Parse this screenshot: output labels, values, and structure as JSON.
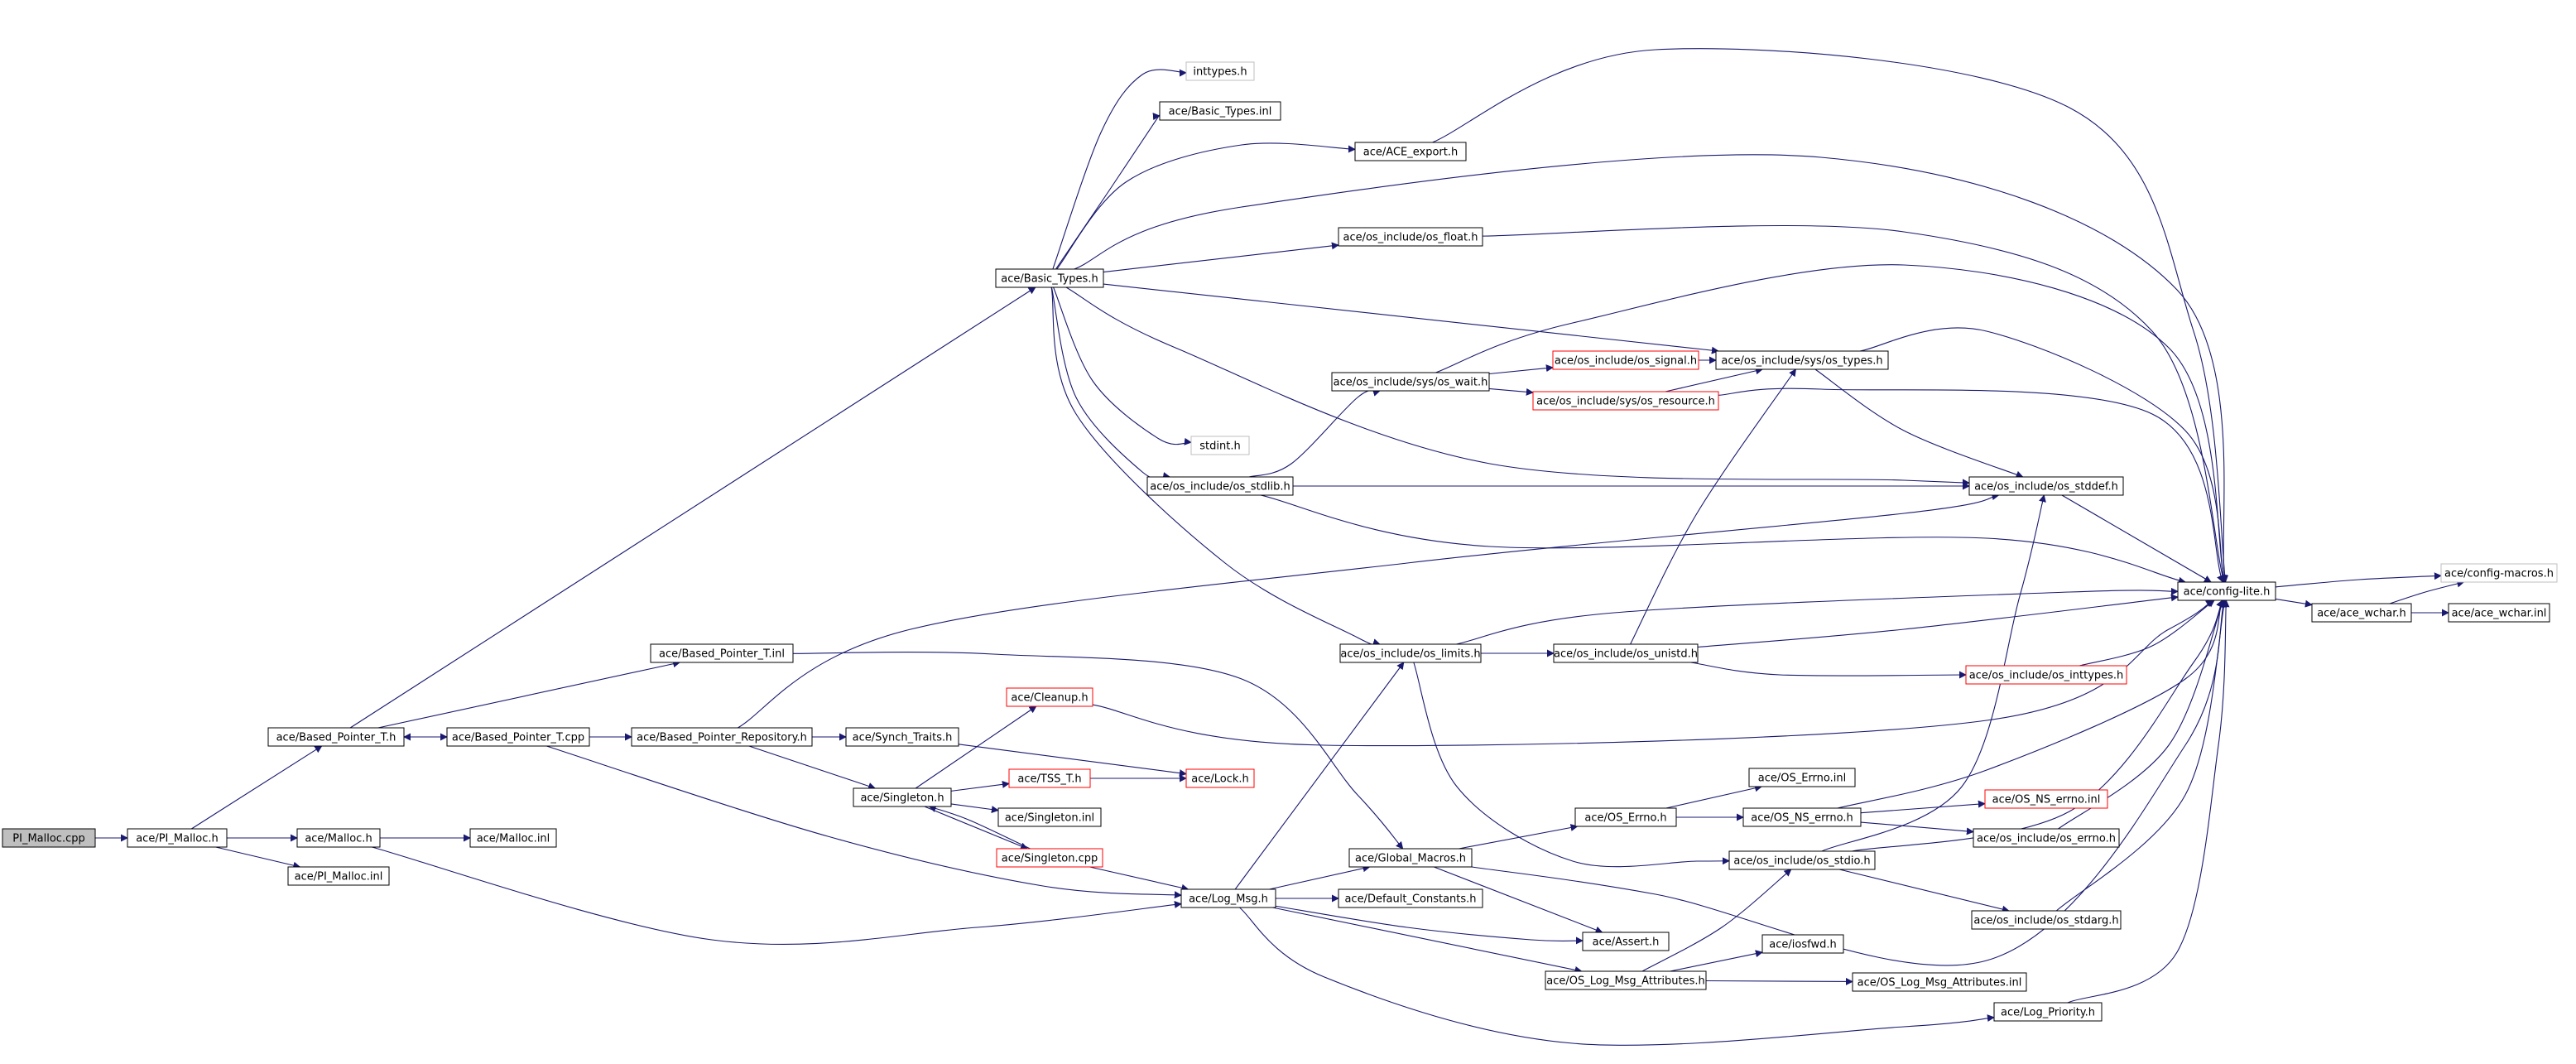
{
  "colors": {
    "edge": "#191970",
    "border_normal": "#000000",
    "border_truncated": "#ff0000",
    "border_external": "#bfbfbf",
    "fill_root": "#bfbfbf",
    "fill_normal": "#ffffff"
  },
  "nodes": [
    {
      "id": "pi_malloc_cpp",
      "label": "PI_Malloc.cpp",
      "kind": "root"
    },
    {
      "id": "pi_malloc_h",
      "label": "ace/PI_Malloc.h",
      "kind": "normal"
    },
    {
      "id": "based_pointer_t_h",
      "label": "ace/Based_Pointer_T.h",
      "kind": "normal"
    },
    {
      "id": "malloc_h",
      "label": "ace/Malloc.h",
      "kind": "normal"
    },
    {
      "id": "pi_malloc_inl",
      "label": "ace/PI_Malloc.inl",
      "kind": "normal"
    },
    {
      "id": "malloc_inl",
      "label": "ace/Malloc.inl",
      "kind": "normal"
    },
    {
      "id": "basic_types_h",
      "label": "ace/Basic_Types.h",
      "kind": "normal"
    },
    {
      "id": "based_pointer_t_inl",
      "label": "ace/Based_Pointer_T.inl",
      "kind": "normal"
    },
    {
      "id": "based_pointer_t_cpp",
      "label": "ace/Based_Pointer_T.cpp",
      "kind": "normal"
    },
    {
      "id": "based_pointer_repository_h",
      "label": "ace/Based_Pointer_Repository.h",
      "kind": "normal"
    },
    {
      "id": "synch_traits_h",
      "label": "ace/Synch_Traits.h",
      "kind": "normal"
    },
    {
      "id": "singleton_h",
      "label": "ace/Singleton.h",
      "kind": "normal"
    },
    {
      "id": "cleanup_h",
      "label": "ace/Cleanup.h",
      "kind": "truncated"
    },
    {
      "id": "tss_t_h",
      "label": "ace/TSS_T.h",
      "kind": "truncated"
    },
    {
      "id": "lock_h",
      "label": "ace/Lock.h",
      "kind": "truncated"
    },
    {
      "id": "singleton_inl",
      "label": "ace/Singleton.inl",
      "kind": "normal"
    },
    {
      "id": "singleton_cpp",
      "label": "ace/Singleton.cpp",
      "kind": "truncated"
    },
    {
      "id": "log_msg_h",
      "label": "ace/Log_Msg.h",
      "kind": "normal"
    },
    {
      "id": "global_macros_h",
      "label": "ace/Global_Macros.h",
      "kind": "normal"
    },
    {
      "id": "default_constants_h",
      "label": "ace/Default_Constants.h",
      "kind": "normal"
    },
    {
      "id": "assert_h",
      "label": "ace/Assert.h",
      "kind": "normal"
    },
    {
      "id": "os_log_msg_attributes_h",
      "label": "ace/OS_Log_Msg_Attributes.h",
      "kind": "normal"
    },
    {
      "id": "iosfwd_h",
      "label": "ace/iosfwd.h",
      "kind": "normal"
    },
    {
      "id": "os_log_msg_attributes_inl",
      "label": "ace/OS_Log_Msg_Attributes.inl",
      "kind": "normal"
    },
    {
      "id": "log_priority_h",
      "label": "ace/Log_Priority.h",
      "kind": "normal"
    },
    {
      "id": "os_errno_h",
      "label": "ace/OS_Errno.h",
      "kind": "normal"
    },
    {
      "id": "os_errno_inl",
      "label": "ace/OS_Errno.inl",
      "kind": "normal"
    },
    {
      "id": "os_ns_errno_h",
      "label": "ace/OS_NS_errno.h",
      "kind": "normal"
    },
    {
      "id": "os_ns_errno_inl",
      "label": "ace/OS_NS_errno.inl",
      "kind": "truncated"
    },
    {
      "id": "os_include_os_errno_h",
      "label": "ace/os_include/os_errno.h",
      "kind": "normal"
    },
    {
      "id": "os_include_os_stdio_h",
      "label": "ace/os_include/os_stdio.h",
      "kind": "normal"
    },
    {
      "id": "os_include_os_stdarg_h",
      "label": "ace/os_include/os_stdarg.h",
      "kind": "normal"
    },
    {
      "id": "os_include_os_limits_h",
      "label": "ace/os_include/os_limits.h",
      "kind": "normal"
    },
    {
      "id": "os_include_os_unistd_h",
      "label": "ace/os_include/os_unistd.h",
      "kind": "normal"
    },
    {
      "id": "os_include_os_inttypes_h",
      "label": "ace/os_include/os_inttypes.h",
      "kind": "truncated"
    },
    {
      "id": "config_lite_h",
      "label": "ace/config-lite.h",
      "kind": "normal"
    },
    {
      "id": "config_macros_h",
      "label": "ace/config-macros.h",
      "kind": "external"
    },
    {
      "id": "ace_wchar_h",
      "label": "ace/ace_wchar.h",
      "kind": "normal"
    },
    {
      "id": "ace_wchar_inl",
      "label": "ace/ace_wchar.inl",
      "kind": "normal"
    },
    {
      "id": "inttypes_h",
      "label": "inttypes.h",
      "kind": "external"
    },
    {
      "id": "basic_types_inl",
      "label": "ace/Basic_Types.inl",
      "kind": "normal"
    },
    {
      "id": "ace_export_h",
      "label": "ace/ACE_export.h",
      "kind": "normal"
    },
    {
      "id": "os_include_os_float_h",
      "label": "ace/os_include/os_float.h",
      "kind": "normal"
    },
    {
      "id": "stdint_h",
      "label": "stdint.h",
      "kind": "external"
    },
    {
      "id": "os_include_os_stdlib_h",
      "label": "ace/os_include/os_stdlib.h",
      "kind": "normal"
    },
    {
      "id": "os_include_sys_os_wait_h",
      "label": "ace/os_include/sys/os_wait.h",
      "kind": "normal"
    },
    {
      "id": "os_include_os_signal_h",
      "label": "ace/os_include/os_signal.h",
      "kind": "truncated"
    },
    {
      "id": "os_include_sys_os_resource_h",
      "label": "ace/os_include/sys/os_resource.h",
      "kind": "truncated"
    },
    {
      "id": "os_include_sys_os_types_h",
      "label": "ace/os_include/sys/os_types.h",
      "kind": "normal"
    },
    {
      "id": "os_include_os_stddef_h",
      "label": "ace/os_include/os_stddef.h",
      "kind": "normal"
    }
  ],
  "edges": [
    [
      "pi_malloc_cpp",
      "pi_malloc_h"
    ],
    [
      "pi_malloc_h",
      "based_pointer_t_h"
    ],
    [
      "pi_malloc_h",
      "malloc_h"
    ],
    [
      "pi_malloc_h",
      "pi_malloc_inl"
    ],
    [
      "malloc_h",
      "malloc_inl"
    ],
    [
      "malloc_h",
      "log_msg_h"
    ],
    [
      "based_pointer_t_h",
      "basic_types_h"
    ],
    [
      "based_pointer_t_h",
      "based_pointer_t_inl"
    ],
    [
      "based_pointer_t_h",
      "based_pointer_t_cpp"
    ],
    [
      "based_pointer_t_cpp",
      "based_pointer_t_h"
    ],
    [
      "based_pointer_t_cpp",
      "based_pointer_repository_h"
    ],
    [
      "based_pointer_t_cpp",
      "log_msg_h"
    ],
    [
      "based_pointer_t_inl",
      "global_macros_h"
    ],
    [
      "based_pointer_repository_h",
      "os_include_os_stddef_h"
    ],
    [
      "based_pointer_repository_h",
      "synch_traits_h"
    ],
    [
      "based_pointer_repository_h",
      "singleton_h"
    ],
    [
      "synch_traits_h",
      "lock_h"
    ],
    [
      "singleton_h",
      "cleanup_h"
    ],
    [
      "singleton_h",
      "tss_t_h"
    ],
    [
      "singleton_h",
      "singleton_inl"
    ],
    [
      "singleton_h",
      "singleton_cpp"
    ],
    [
      "singleton_cpp",
      "singleton_h"
    ],
    [
      "singleton_cpp",
      "log_msg_h"
    ],
    [
      "tss_t_h",
      "lock_h"
    ],
    [
      "cleanup_h",
      "config_lite_h"
    ],
    [
      "log_msg_h",
      "os_include_os_limits_h"
    ],
    [
      "log_msg_h",
      "global_macros_h"
    ],
    [
      "log_msg_h",
      "default_constants_h"
    ],
    [
      "log_msg_h",
      "assert_h"
    ],
    [
      "log_msg_h",
      "os_log_msg_attributes_h"
    ],
    [
      "log_msg_h",
      "log_priority_h"
    ],
    [
      "global_macros_h",
      "os_errno_h"
    ],
    [
      "global_macros_h",
      "assert_h"
    ],
    [
      "global_macros_h",
      "config_lite_h"
    ],
    [
      "os_errno_h",
      "os_errno_inl"
    ],
    [
      "os_errno_h",
      "os_ns_errno_h"
    ],
    [
      "os_ns_errno_h",
      "os_ns_errno_inl"
    ],
    [
      "os_ns_errno_h",
      "os_include_os_errno_h"
    ],
    [
      "os_ns_errno_h",
      "config_lite_h"
    ],
    [
      "os_log_msg_attributes_h",
      "iosfwd_h"
    ],
    [
      "os_log_msg_attributes_h",
      "os_log_msg_attributes_inl"
    ],
    [
      "os_log_msg_attributes_h",
      "os_include_os_stdio_h"
    ],
    [
      "os_include_os_stdio_h",
      "os_include_os_stdarg_h"
    ],
    [
      "os_include_os_stdio_h",
      "os_include_os_stddef_h"
    ],
    [
      "os_include_os_stdio_h",
      "config_lite_h"
    ],
    [
      "os_include_os_stdarg_h",
      "config_lite_h"
    ],
    [
      "os_include_os_errno_h",
      "config_lite_h"
    ],
    [
      "log_priority_h",
      "config_lite_h"
    ],
    [
      "os_include_os_limits_h",
      "os_include_os_unistd_h"
    ],
    [
      "os_include_os_limits_h",
      "config_lite_h"
    ],
    [
      "os_include_os_limits_h",
      "os_include_os_stdio_h"
    ],
    [
      "os_include_os_unistd_h",
      "os_include_sys_os_types_h"
    ],
    [
      "os_include_os_unistd_h",
      "os_include_os_inttypes_h"
    ],
    [
      "os_include_os_unistd_h",
      "config_lite_h"
    ],
    [
      "os_include_os_inttypes_h",
      "config_lite_h"
    ],
    [
      "basic_types_h",
      "inttypes_h"
    ],
    [
      "basic_types_h",
      "basic_types_inl"
    ],
    [
      "basic_types_h",
      "ace_export_h"
    ],
    [
      "basic_types_h",
      "config_lite_h"
    ],
    [
      "basic_types_h",
      "os_include_os_float_h"
    ],
    [
      "basic_types_h",
      "os_include_sys_os_types_h"
    ],
    [
      "basic_types_h",
      "os_include_os_stddef_h"
    ],
    [
      "basic_types_h",
      "stdint_h"
    ],
    [
      "basic_types_h",
      "os_include_os_stdlib_h"
    ],
    [
      "basic_types_h",
      "os_include_os_limits_h"
    ],
    [
      "ace_export_h",
      "config_lite_h"
    ],
    [
      "os_include_os_float_h",
      "config_lite_h"
    ],
    [
      "os_include_os_stdlib_h",
      "os_include_sys_os_wait_h"
    ],
    [
      "os_include_os_stdlib_h",
      "os_include_os_stddef_h"
    ],
    [
      "os_include_os_stdlib_h",
      "config_lite_h"
    ],
    [
      "os_include_sys_os_wait_h",
      "os_include_os_signal_h"
    ],
    [
      "os_include_sys_os_wait_h",
      "os_include_sys_os_resource_h"
    ],
    [
      "os_include_sys_os_wait_h",
      "config_lite_h"
    ],
    [
      "os_include_os_signal_h",
      "os_include_sys_os_types_h"
    ],
    [
      "os_include_sys_os_resource_h",
      "os_include_sys_os_types_h"
    ],
    [
      "os_include_sys_os_resource_h",
      "config_lite_h"
    ],
    [
      "os_include_sys_os_types_h",
      "os_include_os_stddef_h"
    ],
    [
      "os_include_sys_os_types_h",
      "config_lite_h"
    ],
    [
      "os_include_os_stddef_h",
      "config_lite_h"
    ],
    [
      "config_lite_h",
      "config_macros_h"
    ],
    [
      "config_lite_h",
      "ace_wchar_h"
    ],
    [
      "ace_wchar_h",
      "ace_wchar_inl"
    ],
    [
      "ace_wchar_h",
      "config_macros_h"
    ]
  ]
}
